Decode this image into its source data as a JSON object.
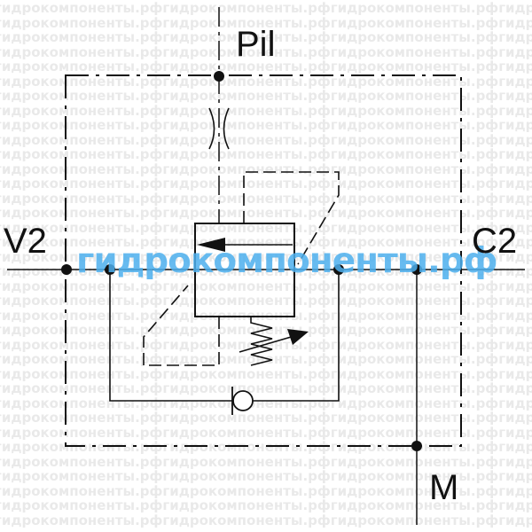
{
  "watermark": {
    "background_text": "гидрокомпоненты.рфгидрокомпоненты.рфгидрокомпоненты.рфгидрокомпоненты.рф",
    "main_text": "гидрокомпоненты.рф",
    "main_color": "#4db0ee"
  },
  "ports": {
    "pilot": "Pil",
    "v2": "V2",
    "c2": "C2",
    "m": "M"
  },
  "colors": {
    "line": "#111111",
    "background": "#ffffff",
    "watermark_bg": "#e9e9e9"
  }
}
